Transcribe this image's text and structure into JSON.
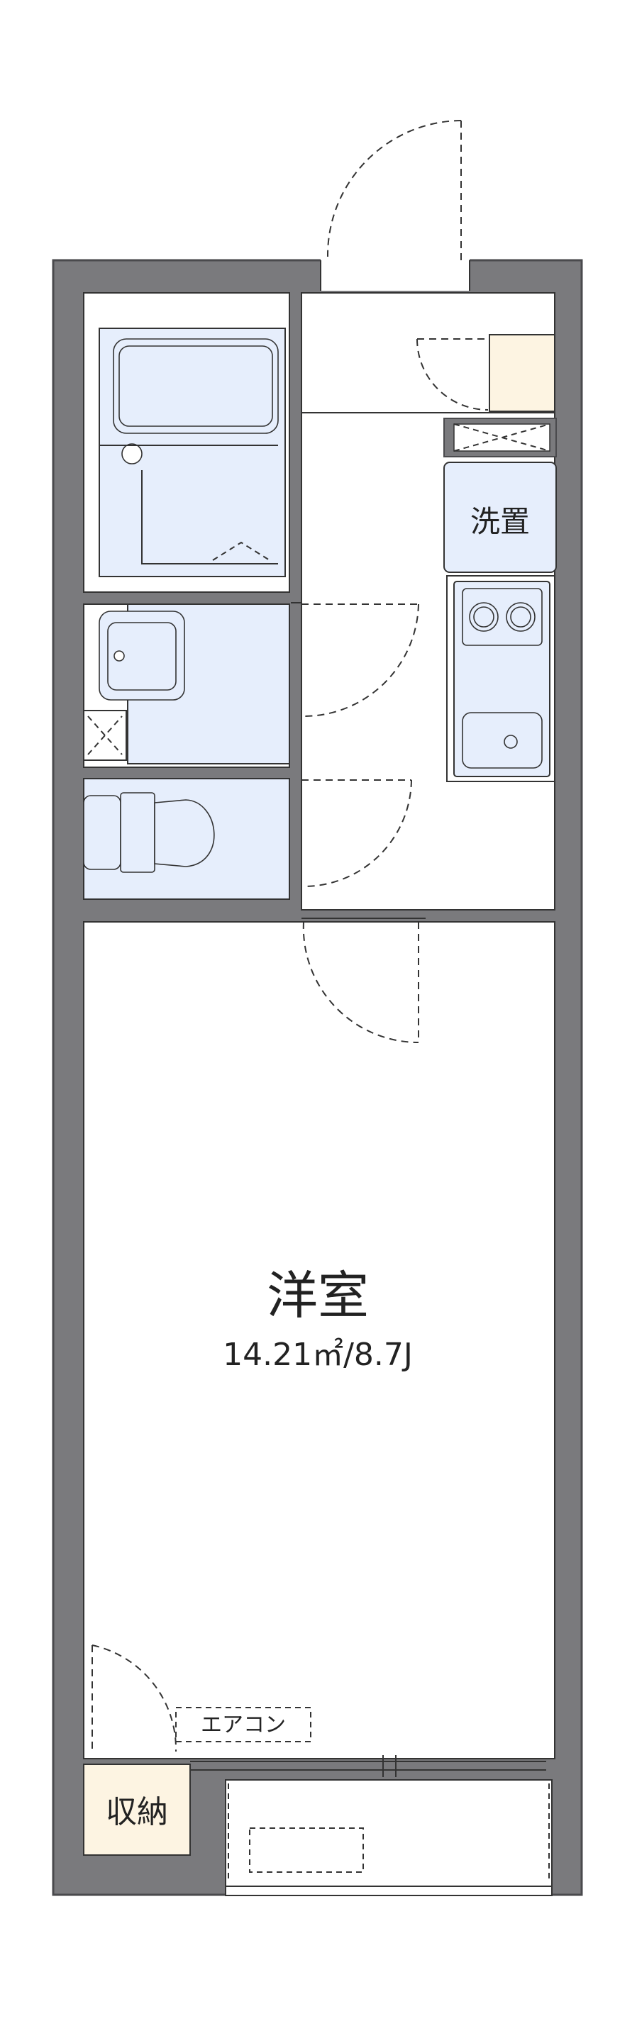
{
  "colors": {
    "wall": "#7a7a7d",
    "wall_edge": "#4a4a4d",
    "fixture": "#e6eefc",
    "storage": "#fdf4e2",
    "line": "#333333"
  },
  "rooms": {
    "western_room": {
      "name": "洋室",
      "area": "14.21㎡/8.7J"
    },
    "laundry": {
      "label": "洗置"
    },
    "storage": {
      "label": "収納"
    },
    "aircon": {
      "label": "エアコン"
    }
  },
  "fixtures": [
    "bathtub-icon",
    "washbasin-icon",
    "toilet-icon",
    "stove-icon",
    "sink-icon",
    "vent-icon"
  ]
}
